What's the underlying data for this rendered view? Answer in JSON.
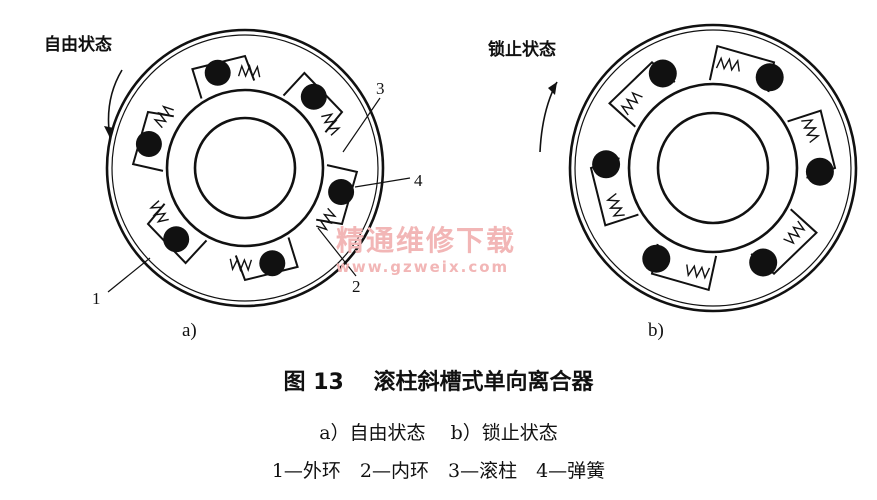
{
  "diagram_a": {
    "state_label": "自由状态",
    "sublabel": "a)",
    "part_numbers": [
      "1",
      "2",
      "3",
      "4"
    ]
  },
  "diagram_b": {
    "state_label": "锁止状态",
    "sublabel": "b)"
  },
  "watermark": {
    "text": "精通维修下载",
    "url": "www.gzweix.com"
  },
  "caption": {
    "title": "图 13　 滚柱斜槽式单向离合器",
    "line2": "a）自由状态　 b）锁止状态",
    "line3": "1—外环　2—内环　3—滚柱　4—弹簧"
  },
  "colors": {
    "ink": "#111111",
    "watermark": "#f2b6b6",
    "background": "#ffffff"
  }
}
